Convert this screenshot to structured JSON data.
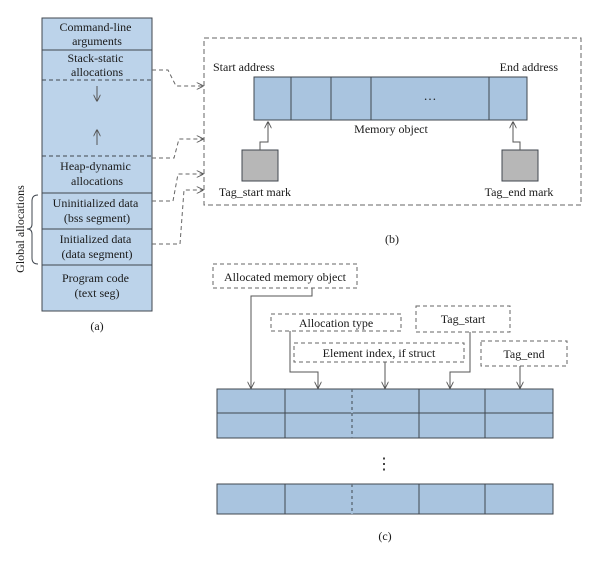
{
  "colors": {
    "cell_fill": "#a9c4df",
    "cell_stroke": "#40474f",
    "mark_fill": "#b7b7b7",
    "dashed": "#666666",
    "arrow": "#555555",
    "text": "#1a1a1a"
  },
  "panel_a": {
    "segments": [
      {
        "lines": [
          "Command-line",
          "arguments"
        ]
      },
      {
        "lines": [
          "Stack-static",
          "allocations"
        ]
      },
      {
        "lines": []
      },
      {
        "lines": [
          "Heap-dynamic",
          "allocations"
        ]
      },
      {
        "lines": [
          "Uninitialized data",
          "(bss segment)"
        ]
      },
      {
        "lines": [
          "Initialized data",
          "(data segment)"
        ]
      },
      {
        "lines": [
          "Program code",
          "(text seg)"
        ]
      }
    ],
    "brace_label": "Global allocations",
    "caption": "(a)"
  },
  "panel_b": {
    "start_address": "Start address",
    "end_address": "End address",
    "ellipsis": "…",
    "memory_object": "Memory object",
    "tag_start_mark": "Tag_start mark",
    "tag_end_mark": "Tag_end mark",
    "caption": "(b)"
  },
  "panel_c": {
    "allocated_memory_object": "Allocated memory object",
    "allocation_type": "Allocation type",
    "tag_start": "Tag_start",
    "element_index": "Element index, if struct",
    "tag_end": "Tag_end",
    "vertical_ellipsis": "⋮",
    "caption": "(c)"
  }
}
